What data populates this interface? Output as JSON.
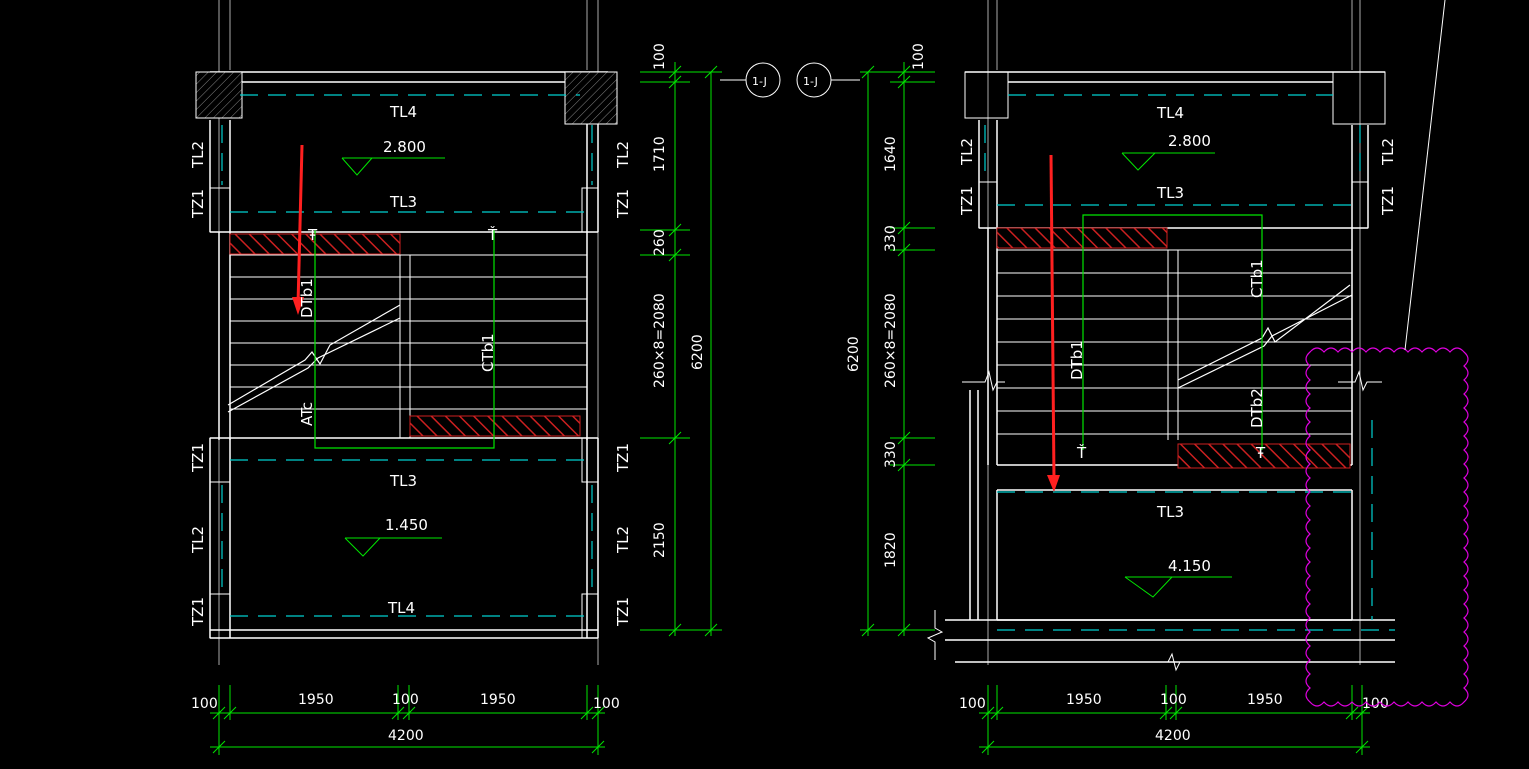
{
  "background": "#000000",
  "colors": {
    "white": "#ffffff",
    "green": "#00e600",
    "cyan": "#00d0d0",
    "red": "#ff2020",
    "hatch": "#cc2020",
    "magenta": "#e000e0"
  },
  "axis_bubbles": [
    "1-J",
    "1-J"
  ],
  "left_plan": {
    "beam_top": "TL4",
    "beam_mid_upper": "TL3",
    "beam_mid_lower": "TL3",
    "beam_bottom": "TL4",
    "tl2": "TL2",
    "tz1": "TZ1",
    "elev_upper": "2.800",
    "elev_lower": "1.450",
    "flight_left": "DTb1",
    "flight_left_bottom": "ATc",
    "flight_right": "CTb1",
    "dims_vertical": [
      "100",
      "1710",
      "260",
      "260×8=2080",
      "2150"
    ],
    "dim_total": "6200",
    "dims_horizontal": [
      "100",
      "1950",
      "100",
      "1950",
      "100"
    ],
    "dim_total_h": "4200"
  },
  "right_plan": {
    "beam_top": "TL4",
    "beam_mid_upper": "TL3",
    "beam_mid_lower": "TL3",
    "tl2": "TL2",
    "tz1": "TZ1",
    "elev_upper": "2.800",
    "elev_lower": "4.150",
    "flight_left": "DTb1",
    "flight_right_upper": "CTb1",
    "flight_right_lower": "DTb2",
    "dims_vertical": [
      "100",
      "1640",
      "330",
      "260×8=2080",
      "330",
      "1820"
    ],
    "dim_total": "6200",
    "dims_horizontal": [
      "100",
      "1950",
      "100",
      "1950",
      "100"
    ],
    "dim_total_h": "4200"
  }
}
